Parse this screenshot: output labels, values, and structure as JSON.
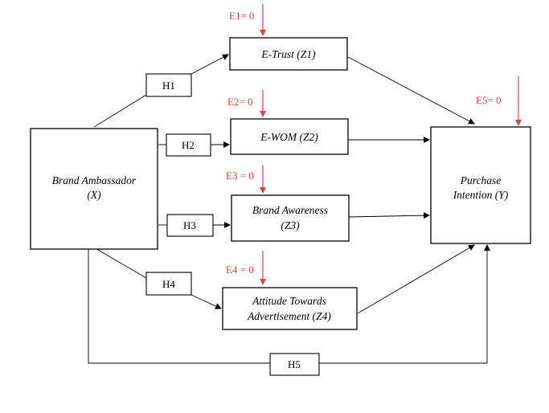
{
  "diagram": {
    "colors": {
      "line": "#000000",
      "error": "#e8403a",
      "background": "#ffffff"
    },
    "nodes": {
      "x": {
        "line1": "Brand Ambassador",
        "line2": "(X)"
      },
      "z1": {
        "line1": "E-Trust (Z1)"
      },
      "z2": {
        "line1": "E-WOM (Z2)"
      },
      "z3": {
        "line1": "Brand Awareness",
        "line2": "(Z3)"
      },
      "z4": {
        "line1": "Attitude Towards",
        "line2": "Advertisement (Z4)"
      },
      "y": {
        "line1": "Purchase",
        "line2": "Intention (Y)"
      }
    },
    "hypotheses": {
      "h1": "H1",
      "h2": "H2",
      "h3": "H3",
      "h4": "H4",
      "h5": "H5"
    },
    "errors": {
      "e1": "E1= 0",
      "e2": "E2= 0",
      "e3": "E3 = 0",
      "e4": "E4 = 0",
      "e5": "E5= 0"
    }
  }
}
